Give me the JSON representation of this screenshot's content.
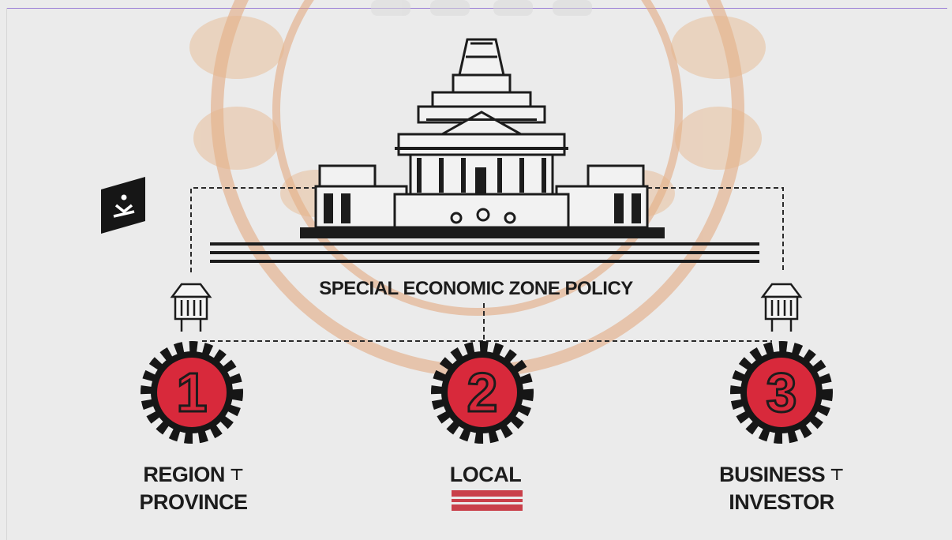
{
  "diagram": {
    "title": "SPECIAL ECONOMIC ZONE POLICY",
    "items": [
      {
        "number": "1",
        "line1": "REGION",
        "line2": "PROVINCE",
        "has_tee": true
      },
      {
        "number": "2",
        "line1": "LOCAL",
        "line2": "",
        "has_tee": false
      },
      {
        "number": "3",
        "line1": "BUSINESS",
        "line2": "INVESTOR",
        "has_tee": true
      }
    ],
    "tee_glyph": "⊤"
  },
  "colors": {
    "background": "#ebebeb",
    "ink": "#1c1c1c",
    "accent_red": "#d8293b",
    "watermark": "#e2a57a"
  },
  "icons": {
    "corner": "download-badge-icon",
    "building": "government-palace-icon",
    "watermark": "university-seal-watermark-icon"
  }
}
